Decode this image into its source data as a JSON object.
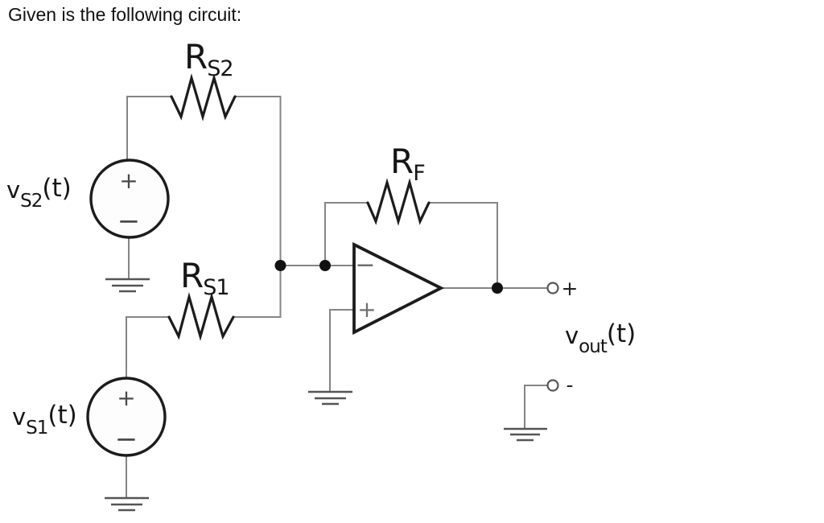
{
  "title": "Given is the following circuit:",
  "colors": {
    "background": "#ffffff",
    "wire": "#858585",
    "component": "#1c1c1c",
    "ground": "#555555",
    "label_text": "#161616"
  },
  "circuit": {
    "kind": "op-amp summing amplifier schematic",
    "resistors": {
      "rs2": {
        "main": "R",
        "sub": "S2"
      },
      "rs1": {
        "main": "R",
        "sub": "S1"
      },
      "rf": {
        "main": "R",
        "sub": "F"
      }
    },
    "sources": {
      "vs2": {
        "main": "v",
        "sub": "S2",
        "suffix": "(t)",
        "plus": "+",
        "minus": "−"
      },
      "vs1": {
        "main": "v",
        "sub": "S1",
        "suffix": "(t)",
        "plus": "+",
        "minus": "−"
      }
    },
    "opamp": {
      "inverting_input": "−",
      "noninverting_input": "+"
    },
    "output": {
      "label": {
        "main": "v",
        "sub": "out",
        "suffix": "(t)"
      },
      "terminal_plus": "+",
      "terminal_minus": "-"
    }
  }
}
